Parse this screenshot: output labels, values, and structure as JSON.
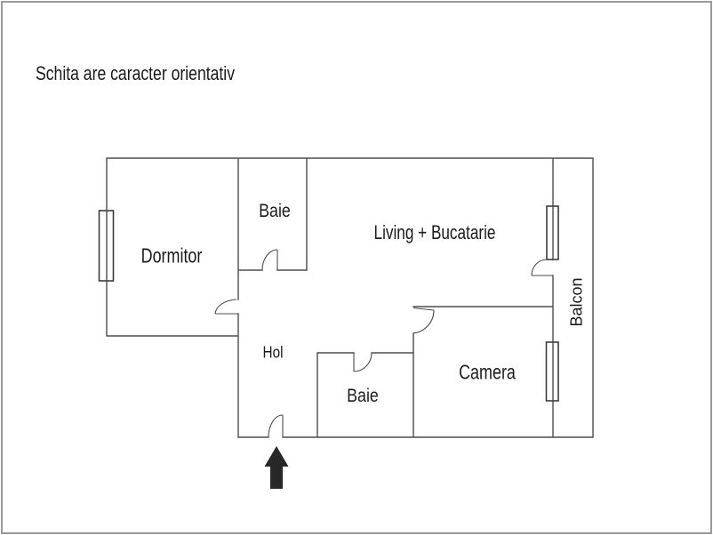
{
  "frame": {
    "border_color": "#9a9a9a",
    "background_color": "#ffffff"
  },
  "disclaimer": {
    "text": "Schita are caracter orientativ"
  },
  "floorplan": {
    "wall_color": "#4d4d4d",
    "window_color": "#3c3c3c",
    "text_color": "#1b1b1b",
    "arrow_color": "#282828",
    "rooms": {
      "dormitor": {
        "label": "Dormitor"
      },
      "baie_top": {
        "label": "Baie"
      },
      "living": {
        "label": "Living + Bucatarie"
      },
      "hol": {
        "label": "Hol"
      },
      "baie_bottom": {
        "label": "Baie"
      },
      "camera": {
        "label": "Camera"
      },
      "balcon": {
        "label": "Balcon"
      }
    },
    "features": {
      "entrance_icon": "entrance-arrow-icon",
      "window_count": 3,
      "door_count": 6
    }
  }
}
